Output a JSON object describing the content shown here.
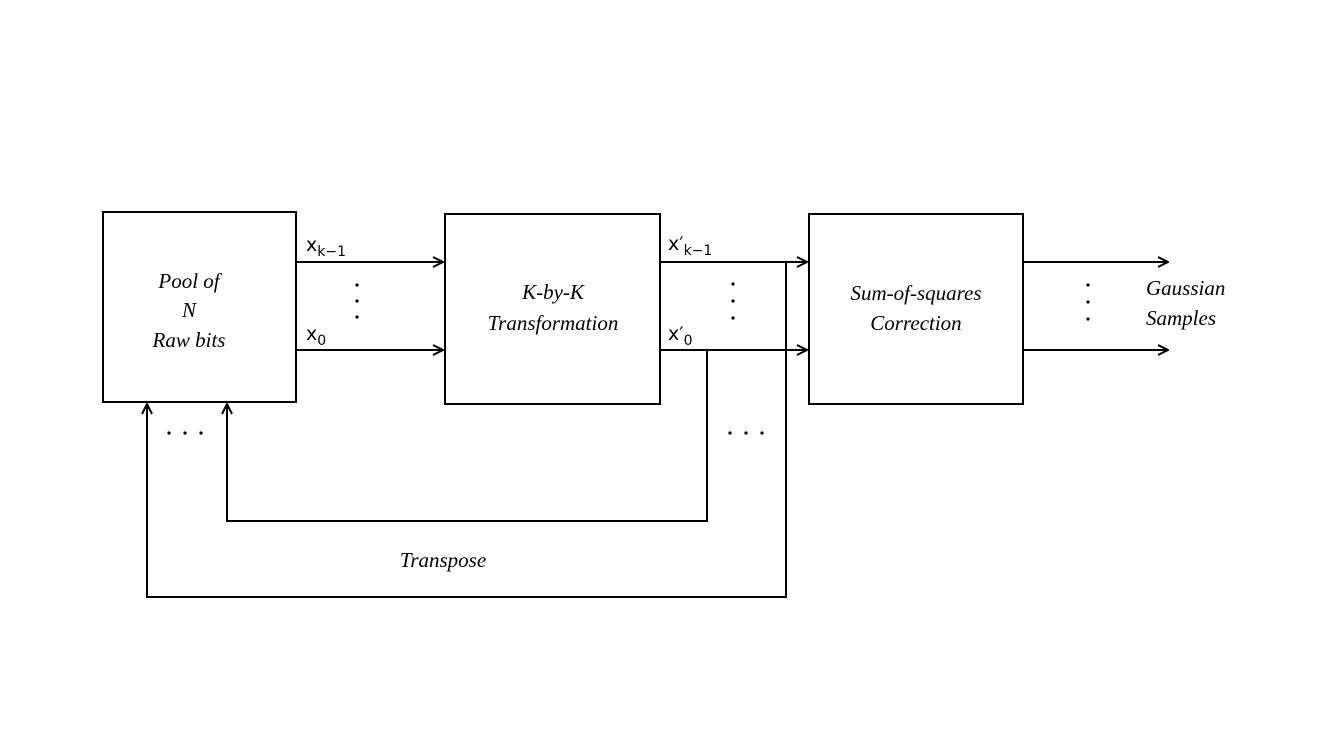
{
  "blocks": {
    "pool": {
      "line1": "Pool of",
      "line2": "N",
      "line3": "Raw bits"
    },
    "transform": {
      "line1": "K-by-K",
      "line2": "Transformation"
    },
    "correction": {
      "line1": "Sum-of-squares",
      "line2": "Correction"
    }
  },
  "signals": {
    "pool_out_top": {
      "base": "x",
      "sub": "k−1"
    },
    "pool_out_bottom": {
      "base": "x",
      "sub": "0"
    },
    "transform_out_top": {
      "base": "x′",
      "sub": "k−1"
    },
    "transform_out_bottom": {
      "base": "x′",
      "sub": "0"
    }
  },
  "output": {
    "line1": "Gaussian",
    "line2": "Samples"
  },
  "feedback": {
    "label": "Transpose"
  }
}
